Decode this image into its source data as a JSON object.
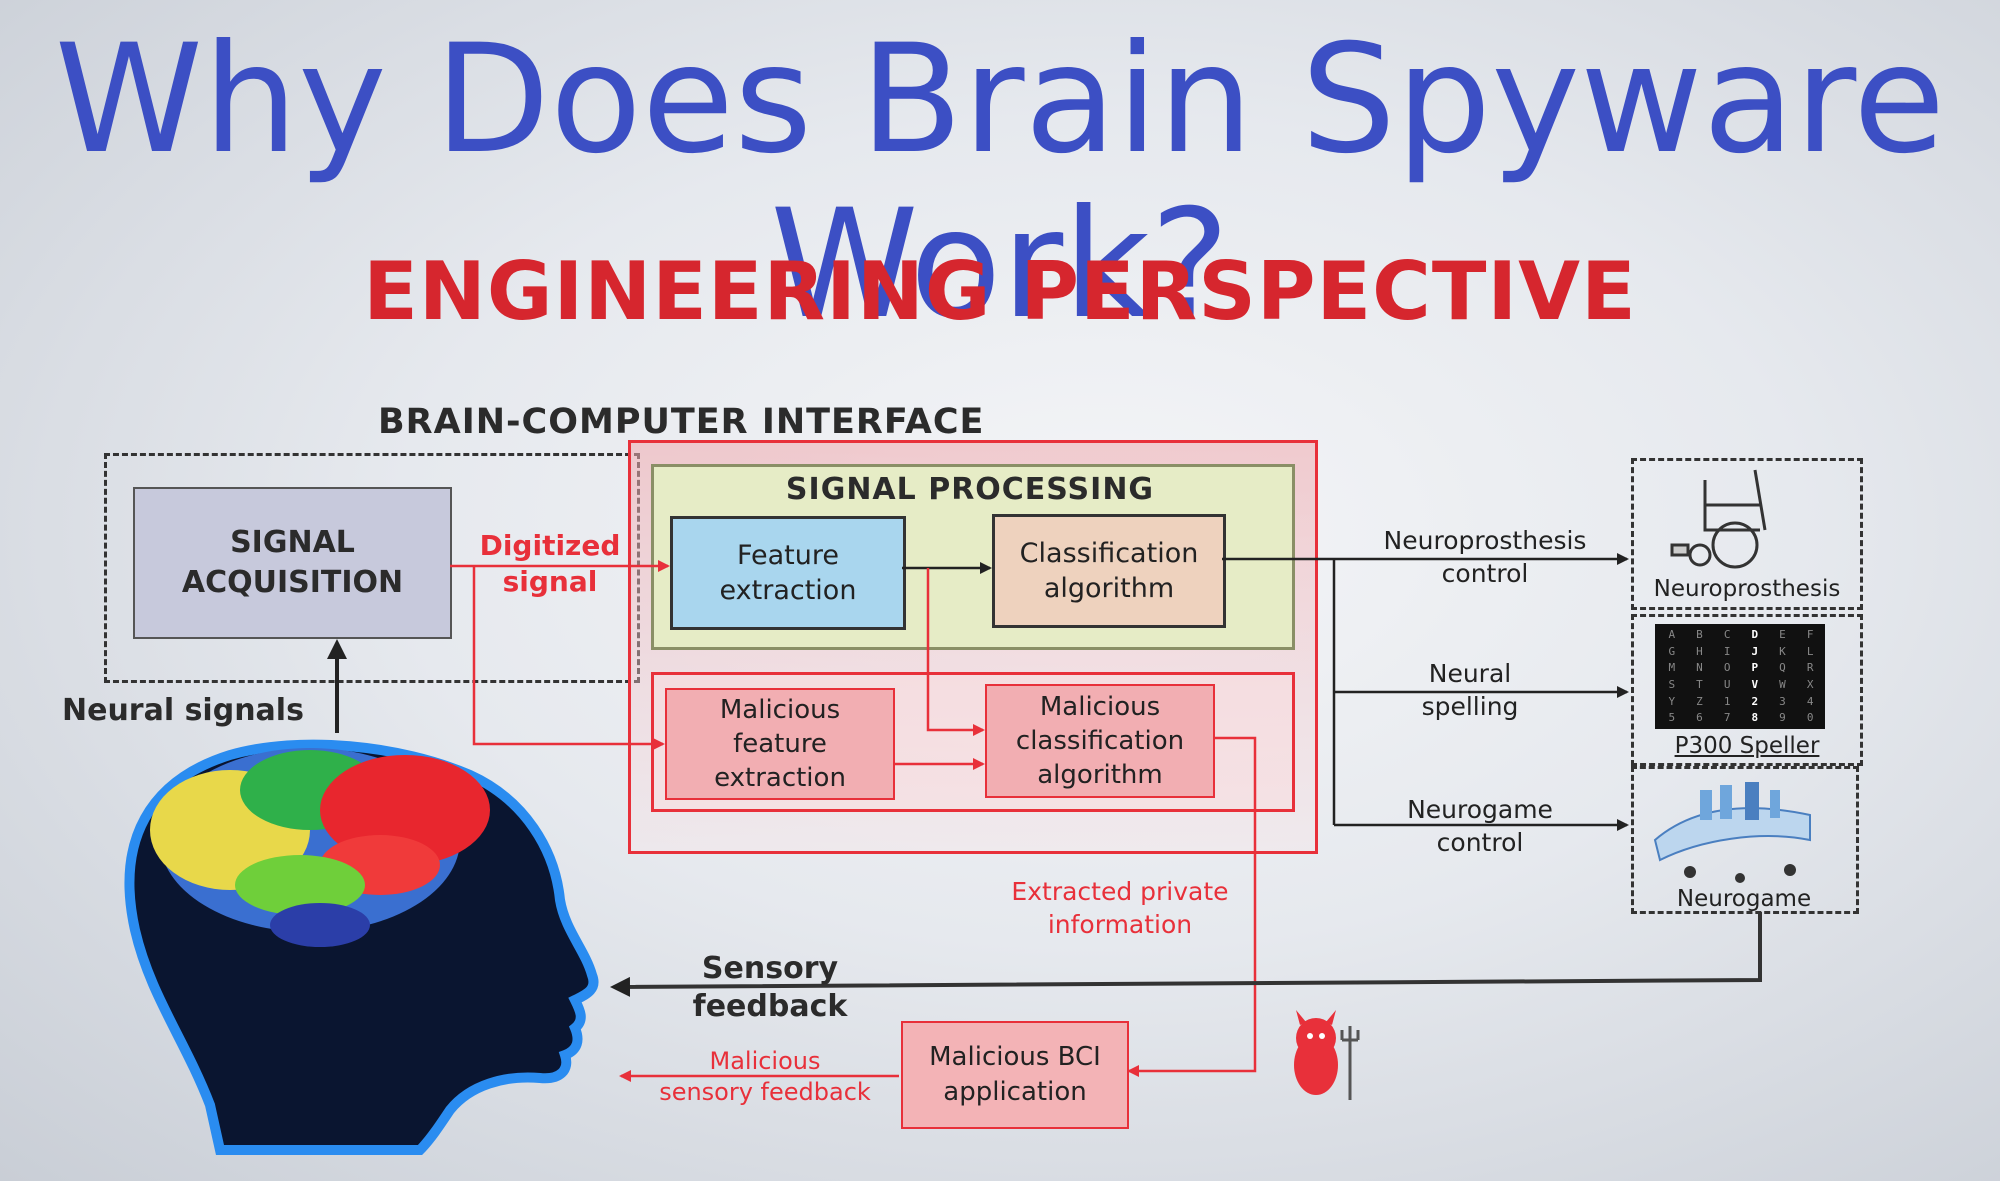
{
  "title": "Why Does Brain Spyware Work?",
  "subtitle": "ENGINEERING PERSPECTIVE",
  "bci_label": "BRAIN-COMPUTER INTERFACE",
  "signal_processing_label": "SIGNAL PROCESSING",
  "blocks": {
    "signal_acquisition": "SIGNAL\nACQUISITION",
    "feature_extraction": "Feature\nextraction",
    "classification": "Classification\nalgorithm",
    "malicious_feature": "Malicious\nfeature\nextraction",
    "malicious_classification": "Malicious\nclassification\nalgorithm",
    "malicious_app": "Malicious BCI\napplication"
  },
  "edge_labels": {
    "digitized_signal": "Digitized\nsignal",
    "neural_signals": "Neural signals",
    "neuroprosthesis_control": "Neuroprosthesis\ncontrol",
    "neural_spelling": "Neural\nspelling",
    "neurogame_control": "Neurogame\ncontrol",
    "extracted_private": "Extracted private\ninformation",
    "sensory_feedback": "Sensory\nfeedback",
    "malicious_sensory": "Malicious\nsensory feedback"
  },
  "outputs": {
    "neuroprosthesis": "Neuroprosthesis",
    "p300_speller": "P300 Speller",
    "neurogame": "Neurogame"
  },
  "speller_grid": [
    "A",
    "B",
    "C",
    "D",
    "E",
    "F",
    "G",
    "H",
    "I",
    "J",
    "K",
    "L",
    "M",
    "N",
    "O",
    "P",
    "Q",
    "R",
    "S",
    "T",
    "U",
    "V",
    "W",
    "X",
    "Y",
    "Z",
    "1",
    "2",
    "3",
    "4",
    "5",
    "6",
    "7",
    "8",
    "9",
    "0"
  ],
  "colors": {
    "title": "#3c4fc4",
    "subtitle": "#d6262e",
    "malicious": "#e8303a",
    "acquisition_fill": "#c7c9dc",
    "feature_fill": "#a9d6ee",
    "classification_fill": "#eed2be",
    "signal_processing_fill": "#e6ecc6"
  }
}
